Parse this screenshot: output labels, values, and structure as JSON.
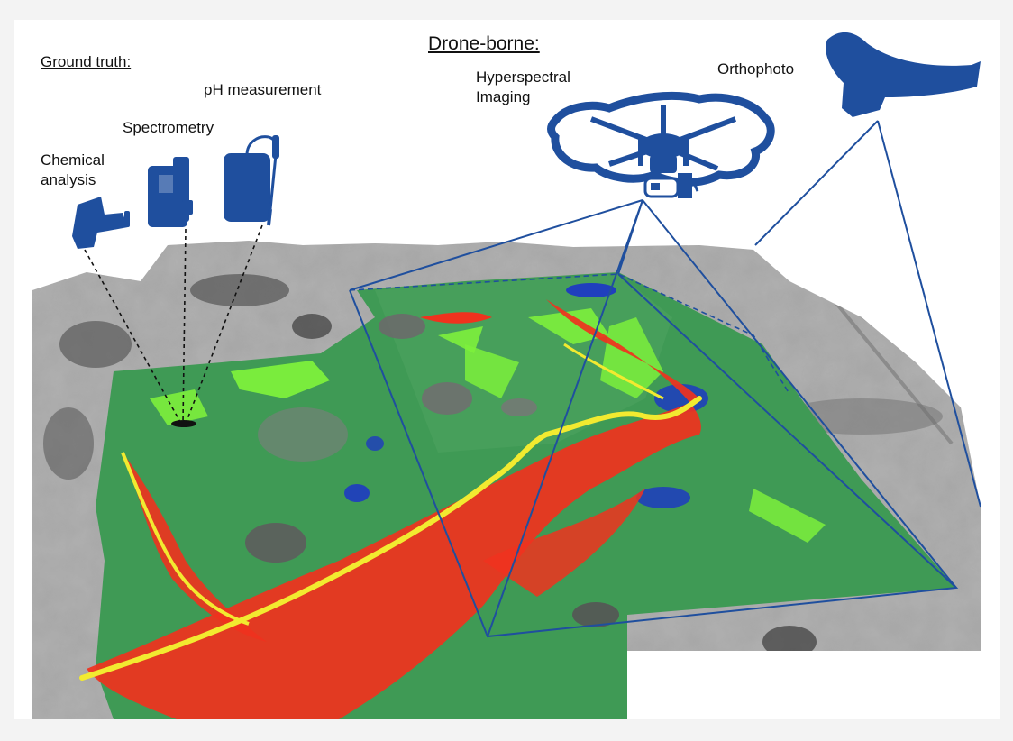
{
  "labels": {
    "drone_heading": "Drone-borne:",
    "ground_heading": "Ground truth:",
    "ph": "pH measurement",
    "spectrometry": "Spectrometry",
    "chemical_line1": "Chemical",
    "chemical_line2": "analysis",
    "hyper_line1": "Hyperspectral",
    "hyper_line2": "Imaging",
    "ortho": "Orthophoto"
  },
  "colors": {
    "instrument_blue": "#1f4f9e",
    "footprint_line": "#1f4f9e",
    "class_green": "#3f9a55",
    "class_lime": "#7df03c",
    "class_red": "#f0321e",
    "class_yellow": "#f2ea30",
    "class_blue": "#1a2ecf",
    "terrain_gray": "#9a9a9a"
  },
  "icons": [
    "chemical-analyzer-icon",
    "spectrometer-icon",
    "ph-meter-icon",
    "hexacopter-drone-icon",
    "hyperspectral-camera-icon",
    "fixed-wing-drone-icon"
  ]
}
